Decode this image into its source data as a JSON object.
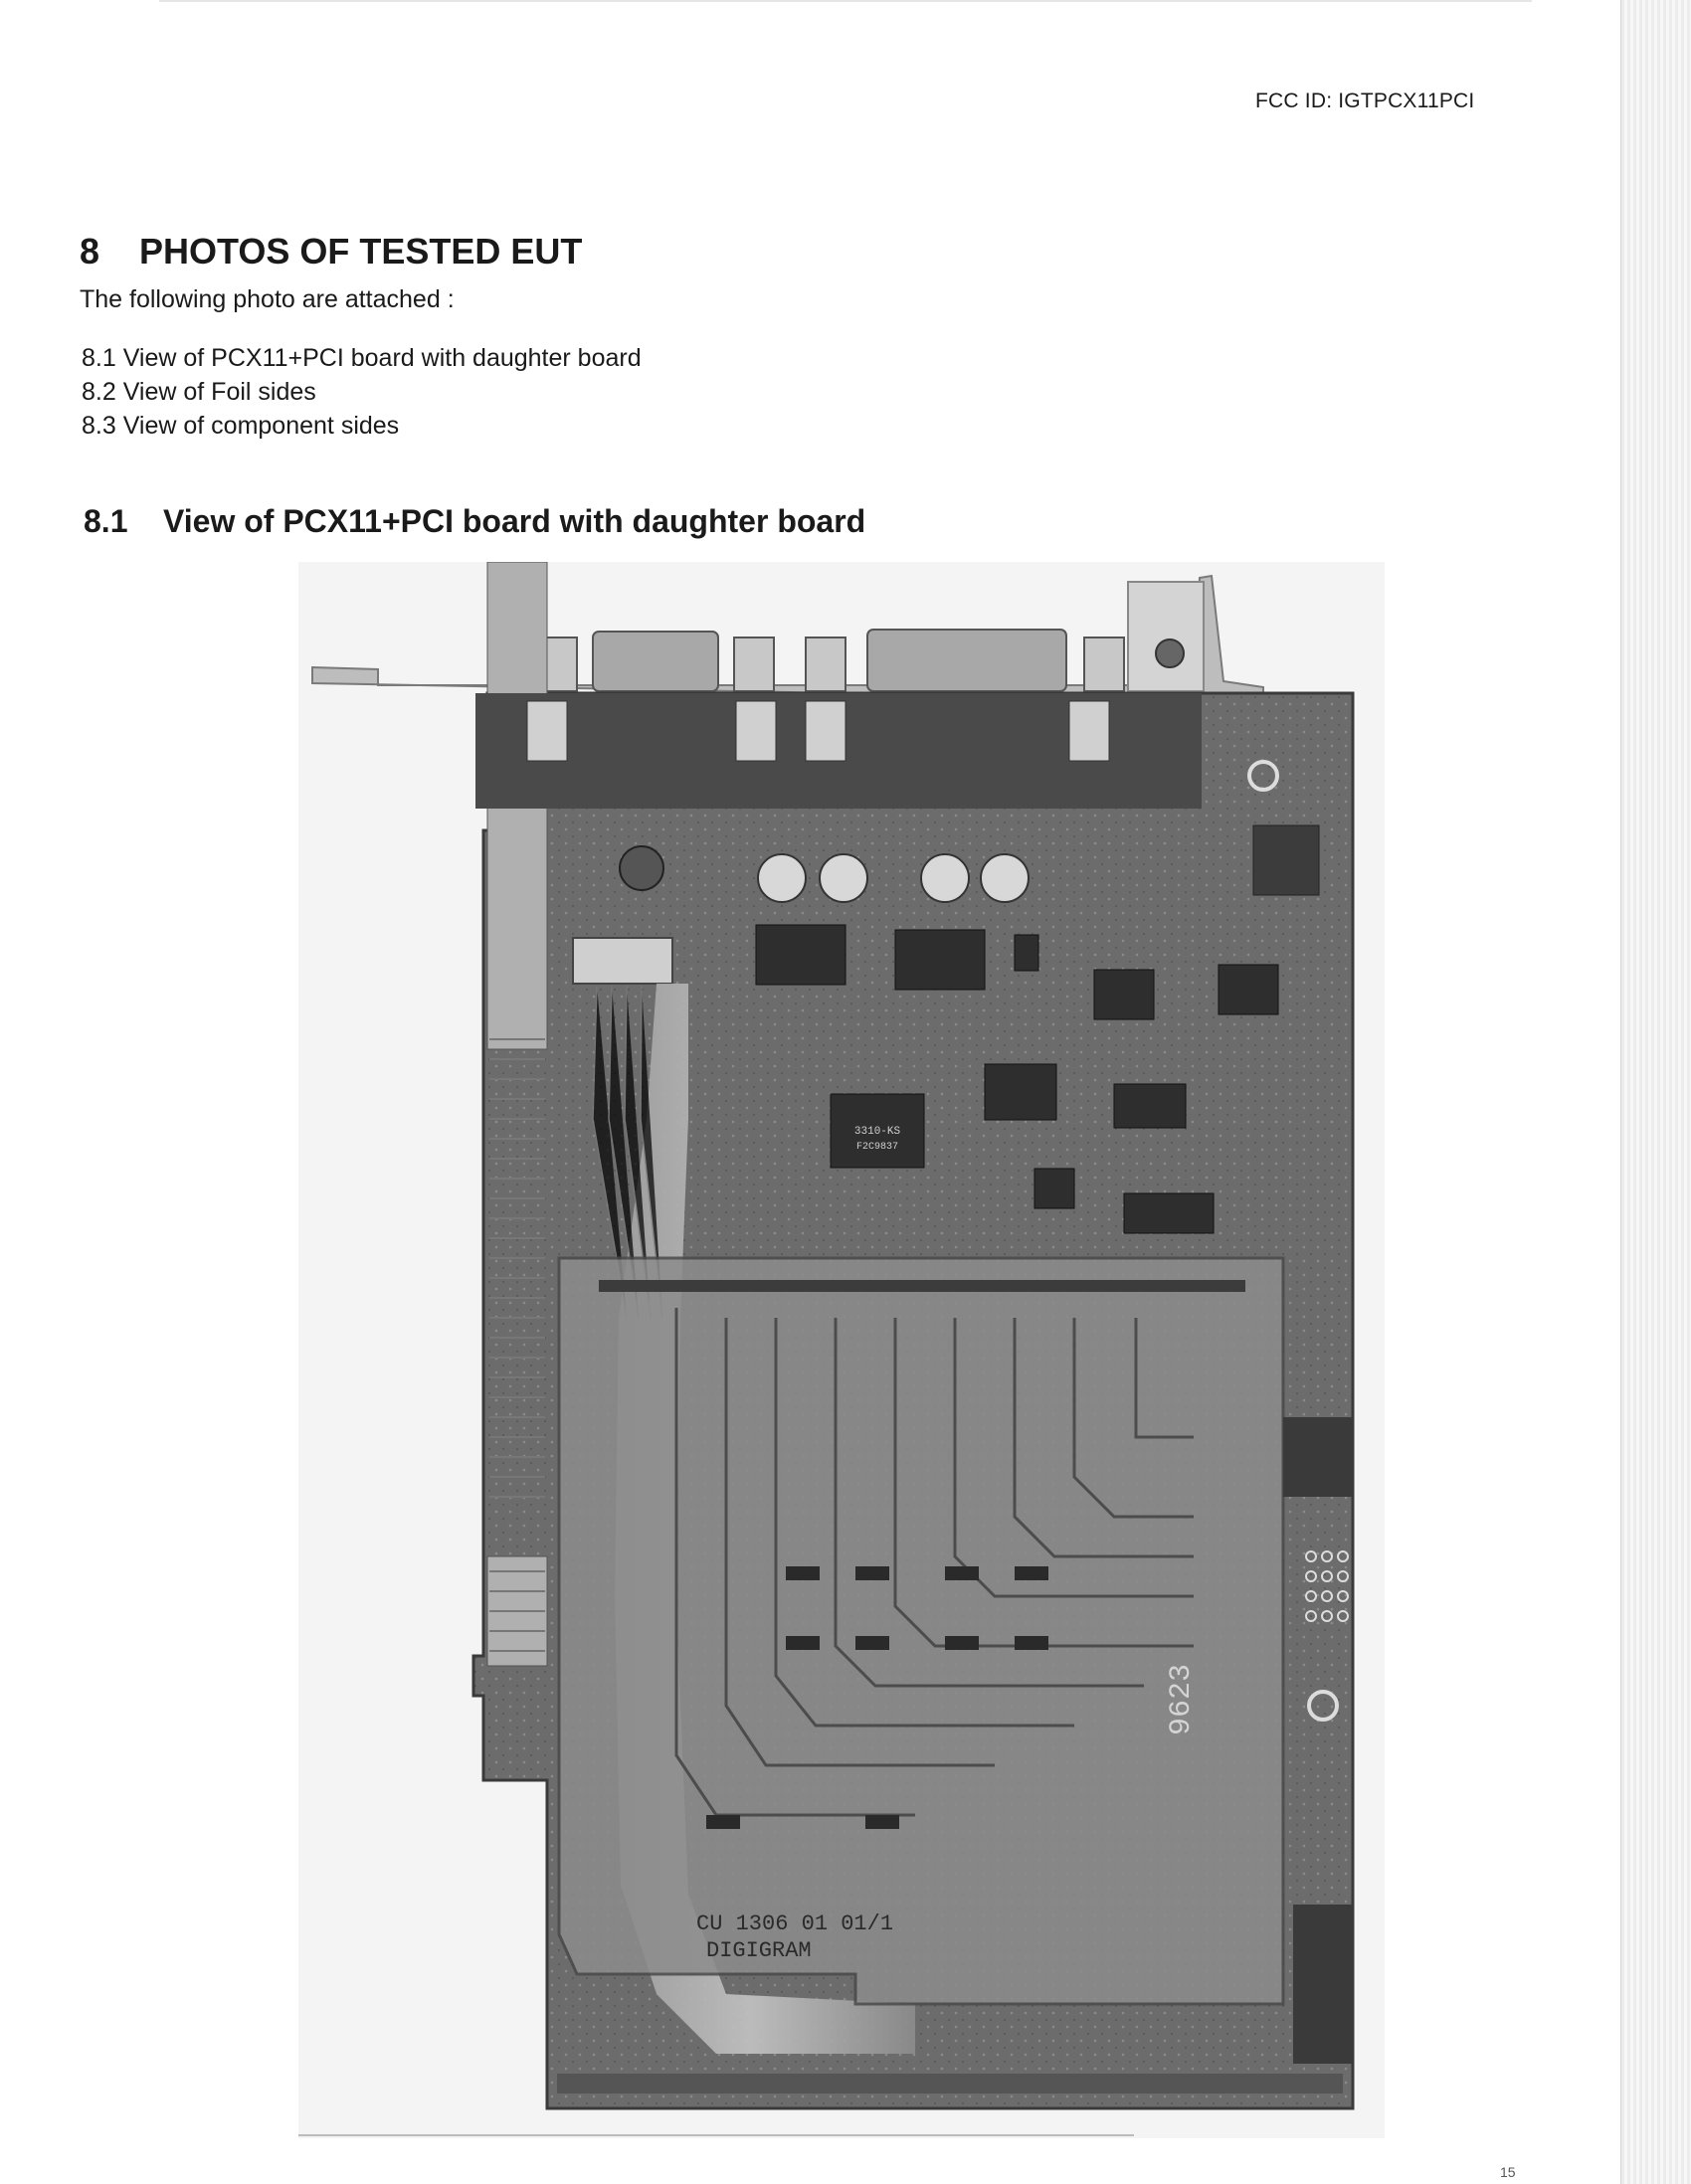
{
  "header": {
    "fcc_id": "FCC ID: IGTPCX11PCI"
  },
  "section": {
    "number": "8",
    "title": "PHOTOS OF TESTED EUT",
    "intro": "The following photo are attached :",
    "list": [
      "8.1 View of PCX11+PCI board with daughter board",
      "8.2 View of Foil sides",
      "8.3 View of component sides"
    ]
  },
  "subsection": {
    "number": "8.1",
    "title": "View of PCX11+PCI board with daughter board"
  },
  "photo": {
    "chip_main": "3310-KS",
    "chip_main_code": "F2C9837",
    "board_code": "9623",
    "silk_line1": "CU 1306 01 01/1",
    "silk_line2": "DIGIGRAM"
  },
  "footer": {
    "page_number": "15"
  }
}
